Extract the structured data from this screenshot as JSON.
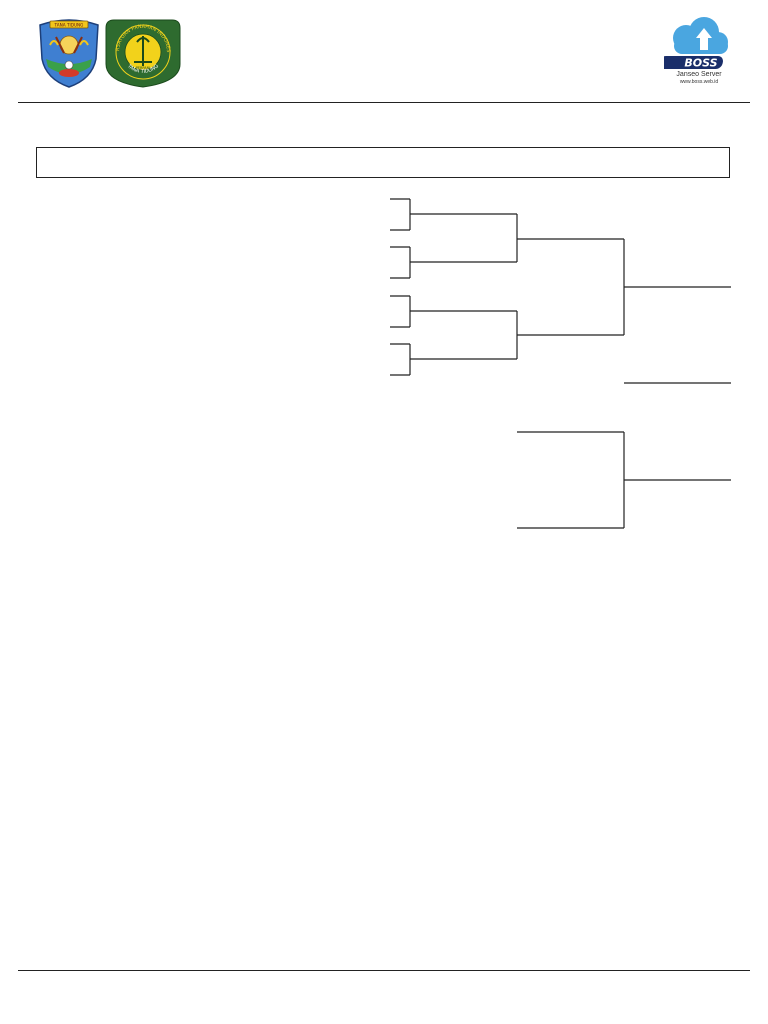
{
  "header": {
    "regency_logo": {
      "icon": "regency-crest-icon",
      "banner_text": "TANA TIDUNG"
    },
    "association_logo": {
      "icon": "perpani-emblem-icon",
      "ring_text_top": "PERSATUAN PANAHAN INDONESIA",
      "ring_text_bottom": "TANA TIDUNG",
      "center_text": "PERPANI"
    },
    "server_logo": {
      "icon": "cloud-upload-icon",
      "brand": "BOSS",
      "label": "Janseo Server",
      "url": "www.boss.web.id"
    }
  },
  "title_box": {
    "text": ""
  },
  "colors": {
    "rule": "#222222",
    "cloud": "#4aa6e0",
    "perpani_green": "#2e6b2f",
    "perpani_yellow": "#f2d21b"
  }
}
